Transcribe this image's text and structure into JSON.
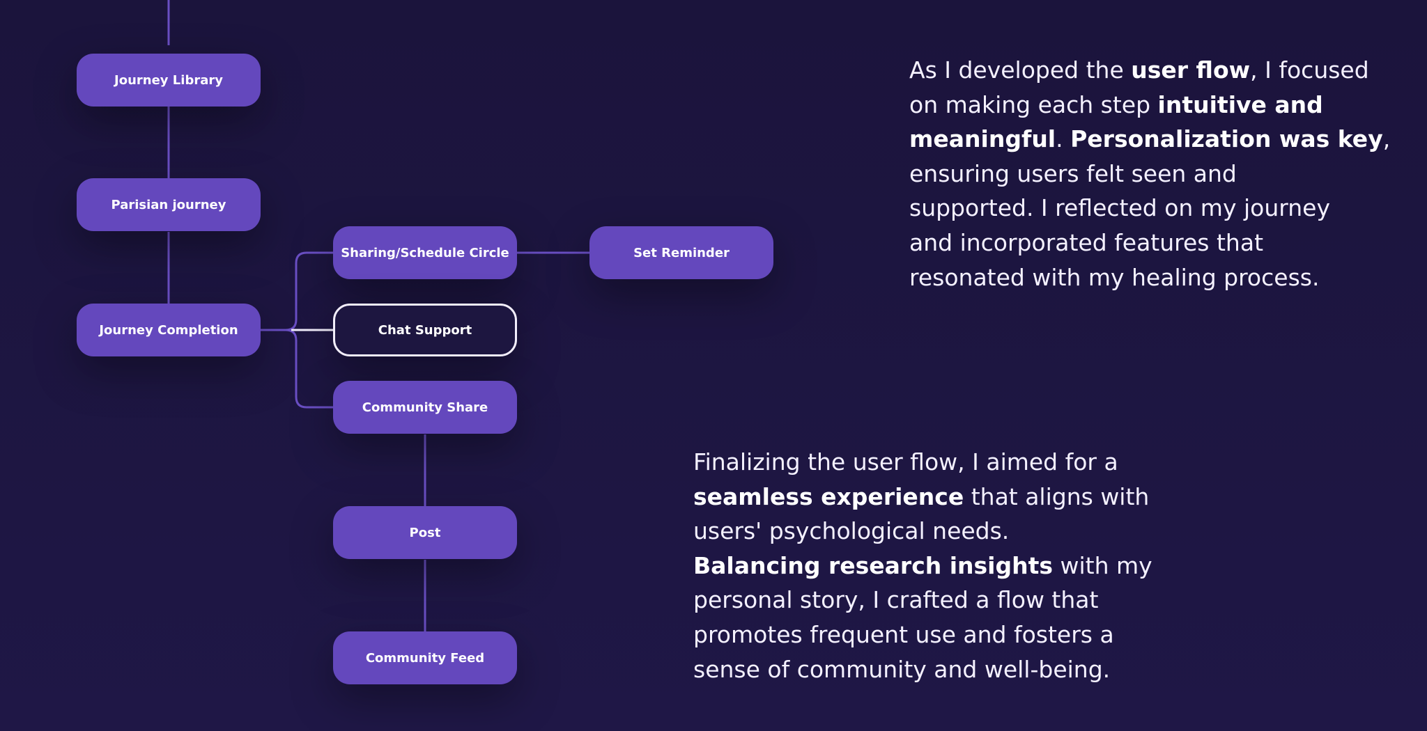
{
  "colors": {
    "background": "#1d1640",
    "node_fill": "#6448bd",
    "connector": "#6a4fc4",
    "outline_node_border": "#f2eefc",
    "text": "#ffffff"
  },
  "nodes": {
    "journey_library": "Journey Library",
    "parisian_journey": "Parisian journey",
    "journey_completion": "Journey Completion",
    "sharing_schedule_circle": "Sharing/Schedule Circle",
    "set_reminder": "Set Reminder",
    "chat_support": "Chat Support",
    "community_share": "Community Share",
    "post": "Post",
    "community_feed": "Community Feed"
  },
  "paragraph_1": {
    "l1a": "As I developed the ",
    "l1b": "user flow",
    "l1c": ", I focused",
    "l2a": "on making each step ",
    "l2b": "intuitive and",
    "l3a": "meaningful",
    "l3b": ". ",
    "l3c": "Personalization was key",
    "l3d": ",",
    "l4": "ensuring users felt seen and",
    "l5": "supported. I reflected on my journey",
    "l6": "and incorporated features that",
    "l7": "resonated with my healing process."
  },
  "paragraph_2": {
    "l1": "Finalizing the user flow, I aimed for a",
    "l2a": "seamless experience",
    "l2b": " that aligns with",
    "l3": "users' psychological needs.",
    "l4a": "Balancing research insights",
    "l4b": " with my",
    "l5": "personal story, I crafted a flow that",
    "l6": "promotes frequent use and fosters a",
    "l7": "sense of community and well-being."
  }
}
